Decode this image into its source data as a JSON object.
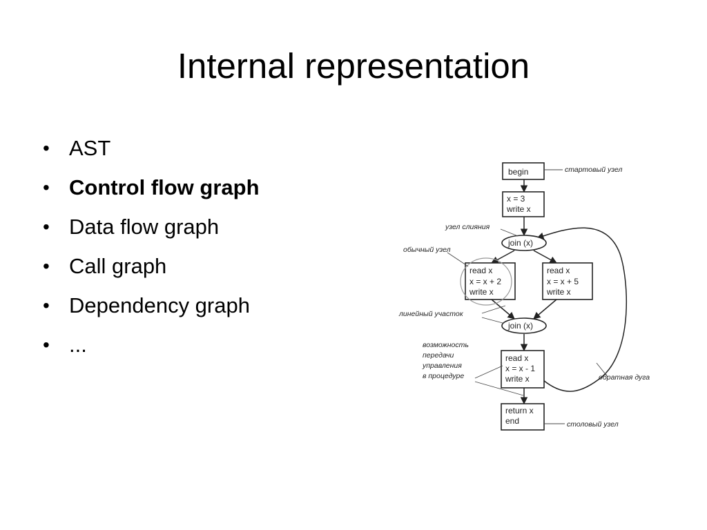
{
  "slide": {
    "title": "Internal representation",
    "bullets": [
      {
        "text": "AST",
        "bold": false
      },
      {
        "text": "Control flow graph",
        "bold": true
      },
      {
        "text": "Data flow graph",
        "bold": false
      },
      {
        "text": "Call graph",
        "bold": false
      },
      {
        "text": "Dependency graph",
        "bold": false
      },
      {
        "text": "...",
        "bold": false
      }
    ],
    "bullet_glyph": "•"
  },
  "diagram": {
    "nodes": {
      "begin": [
        "begin"
      ],
      "init": [
        "x = 3",
        "write x"
      ],
      "join1": [
        "join (x)"
      ],
      "left": [
        "read x",
        "x = x + 2",
        "write x"
      ],
      "right": [
        "read x",
        "x = x + 5",
        "write x"
      ],
      "join2": [
        "join (x)"
      ],
      "dec": [
        "read x",
        "x = x - 1",
        "write x"
      ],
      "ret": [
        "return x",
        "end"
      ]
    },
    "annotations": {
      "start_node": "стартовый узел",
      "merge_node": "узел слияния",
      "ordinary_node": "обычный узел",
      "linear_section": "линейный участок",
      "call_possibility": [
        "возможность",
        "передачи",
        "управления",
        "в процедуре"
      ],
      "back_edge": "обратная дуга",
      "end_node": "столовый узел"
    }
  }
}
